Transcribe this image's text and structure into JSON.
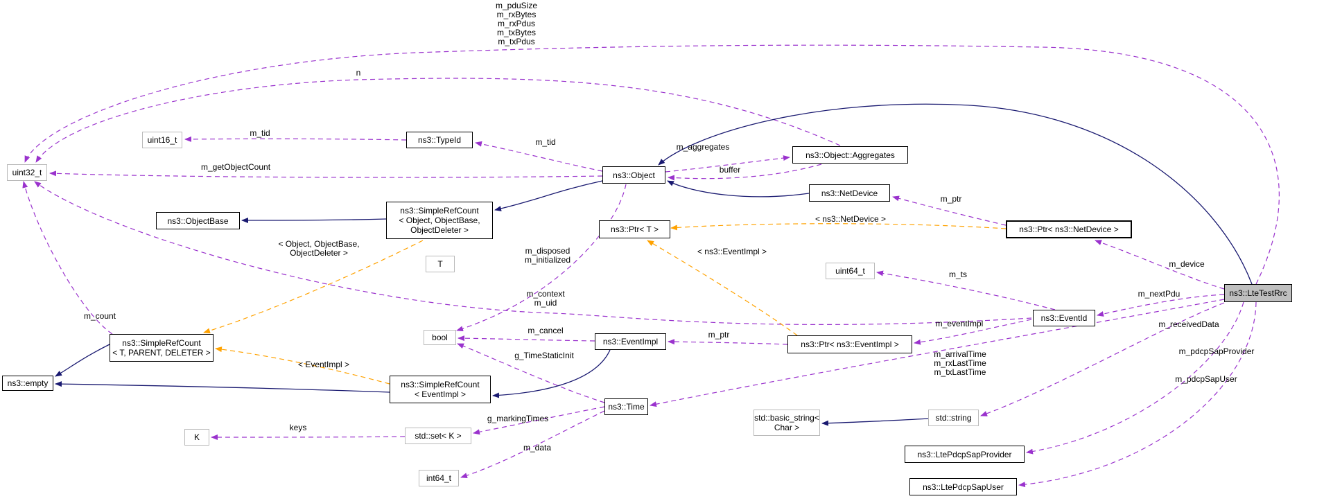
{
  "diagram": {
    "type": "doxygen-collaboration-graph",
    "main_class": "ns3::LteTestRrc",
    "colors": {
      "usage_edge": "#9a32cd",
      "inheritance_edge": "#191970",
      "template_edge": "#ffa200",
      "node_border": "#000000",
      "gray_node_border": "#b9b9b9",
      "current_node_fill": "#bfbfbf",
      "background": "#ffffff"
    },
    "nodes": {
      "uint32": {
        "label": "uint32_t"
      },
      "uint16": {
        "label": "uint16_t"
      },
      "typeid": {
        "label": "ns3::TypeId"
      },
      "object": {
        "label": "ns3::Object"
      },
      "aggregates": {
        "label": "ns3::Object::Aggregates"
      },
      "netdevice": {
        "label": "ns3::NetDevice"
      },
      "objectbase": {
        "label": "ns3::ObjectBase"
      },
      "src_object": {
        "lines": [
          "ns3::SimpleRefCount",
          "< Object, ObjectBase,",
          "ObjectDeleter >"
        ]
      },
      "t": {
        "label": "T"
      },
      "ptr_t": {
        "label": "ns3::Ptr< T >"
      },
      "ptr_netdevice": {
        "label": "ns3::Ptr< ns3::NetDevice >"
      },
      "uint64": {
        "label": "uint64_t"
      },
      "eventid": {
        "label": "ns3::EventId"
      },
      "ptr_eventimpl": {
        "label": "ns3::Ptr< ns3::EventImpl >"
      },
      "eventimpl": {
        "label": "ns3::EventImpl"
      },
      "bool": {
        "label": "bool"
      },
      "src_tpd": {
        "lines": [
          "ns3::SimpleRefCount",
          "< T, PARENT, DELETER >"
        ]
      },
      "empty": {
        "label": "ns3::empty"
      },
      "src_eventimpl": {
        "lines": [
          "ns3::SimpleRefCount",
          "< EventImpl >"
        ]
      },
      "time": {
        "label": "ns3::Time"
      },
      "k": {
        "label": "K"
      },
      "set_k": {
        "label": "std::set< K >"
      },
      "int64": {
        "label": "int64_t"
      },
      "basic_string": {
        "lines": [
          "std::basic_string<",
          "Char >"
        ]
      },
      "string": {
        "label": "std::string"
      },
      "pdcp_provider": {
        "label": "ns3::LtePdcpSapProvider"
      },
      "pdcp_user": {
        "label": "ns3::LtePdcpSapUser"
      },
      "ltetestrrc": {
        "label": "ns3::LteTestRrc"
      }
    },
    "edge_labels": {
      "pdu_stats": {
        "lines": [
          "m_pduSize",
          "m_rxBytes",
          "m_rxPdus",
          "m_txBytes",
          "m_txPdus"
        ]
      },
      "n": {
        "label": "n"
      },
      "m_tid_1": {
        "label": "m_tid"
      },
      "m_tid_2": {
        "label": "m_tid"
      },
      "m_getObjectCount": {
        "label": "m_getObjectCount"
      },
      "m_aggregates": {
        "label": "m_aggregates"
      },
      "buffer": {
        "label": "buffer"
      },
      "m_ptr_1": {
        "label": "m_ptr"
      },
      "tpl_netdevice": {
        "label": "< ns3::NetDevice >"
      },
      "tpl_eventimpl_ptr": {
        "label": "< ns3::EventImpl >"
      },
      "m_disposed": {
        "lines": [
          "m_disposed",
          "m_initialized"
        ]
      },
      "m_context": {
        "lines": [
          "m_context",
          "m_uid"
        ]
      },
      "m_cancel": {
        "label": "m_cancel"
      },
      "g_TimeStaticInit": {
        "label": "g_TimeStaticInit"
      },
      "m_ptr_2": {
        "label": "m_ptr"
      },
      "m_eventImpl": {
        "label": "m_eventImpl"
      },
      "m_ts": {
        "label": "m_ts"
      },
      "m_device": {
        "label": "m_device"
      },
      "m_nextPdu": {
        "label": "m_nextPdu"
      },
      "m_arrival": {
        "lines": [
          "m_arrivalTime",
          "m_rxLastTime",
          "m_txLastTime"
        ]
      },
      "m_receivedData": {
        "label": "m_receivedData"
      },
      "m_pdcpSapProvider": {
        "label": "m_pdcpSapProvider"
      },
      "m_pdcpSapUser": {
        "label": "m_pdcpSapUser"
      },
      "m_count": {
        "label": "m_count"
      },
      "tpl_object": {
        "lines": [
          "< Object, ObjectBase,",
          "ObjectDeleter >"
        ]
      },
      "tpl_eventimpl_src": {
        "label": "< EventImpl >"
      },
      "keys": {
        "label": "keys"
      },
      "g_markingTimes": {
        "label": "g_markingTimes"
      },
      "m_data": {
        "label": "m_data"
      }
    }
  }
}
